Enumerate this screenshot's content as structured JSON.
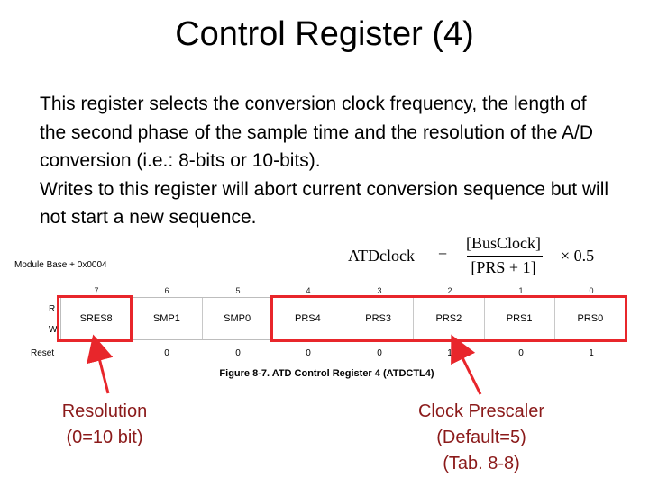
{
  "title": "Control Register (4)",
  "description": [
    "This register selects the conversion clock frequency, the length of the second phase of the sample time and the resolution of the A/D conversion (i.e.: 8-bits or 10-bits).",
    "Writes to this register will abort current conversion sequence but will not start a new sequence."
  ],
  "formula": {
    "lhs": "ATDclock",
    "equals": "=",
    "numerator": "[BusClock]",
    "denominator": "[PRS + 1]",
    "multiplier": "× 0.5"
  },
  "register": {
    "module_base": "Module Base + 0x0004",
    "read_label": "R",
    "write_label": "W",
    "reset_label": "Reset",
    "bit_numbers": [
      "7",
      "6",
      "5",
      "4",
      "3",
      "2",
      "1",
      "0"
    ],
    "fields": [
      "SRES8",
      "SMP1",
      "SMP0",
      "PRS4",
      "PRS3",
      "PRS2",
      "PRS1",
      "PRS0"
    ],
    "reset_values": [
      "0",
      "0",
      "0",
      "0",
      "0",
      "1",
      "0",
      "1"
    ],
    "caption": "Figure 8-7. ATD Control Register 4 (ATDCTL4)"
  },
  "callouts": {
    "resolution": [
      "Resolution",
      "(0=10 bit)"
    ],
    "prescaler": [
      "Clock Prescaler",
      "(Default=5)",
      "(Tab. 8-8)"
    ]
  },
  "colors": {
    "highlight": "#e8262b",
    "callout_text": "#8b1a1a"
  }
}
